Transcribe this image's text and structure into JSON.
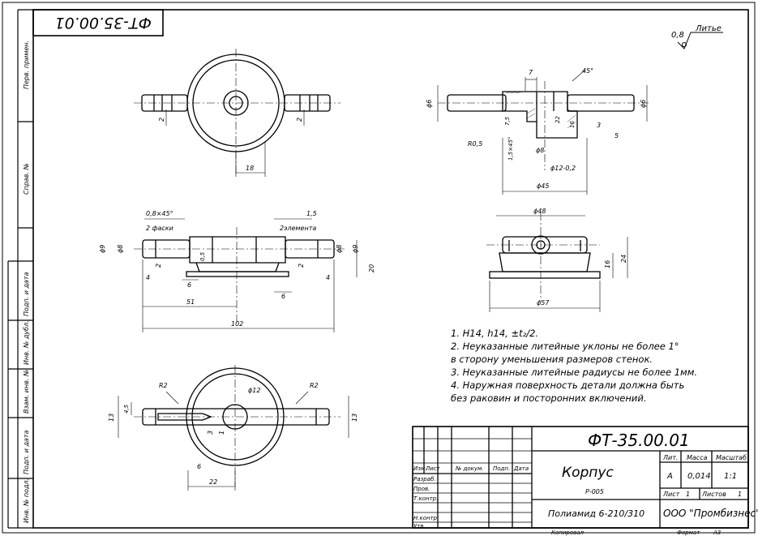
{
  "top_stamp": "ФТ-35.00.01",
  "side_labels": [
    "Перв. примен.",
    "Справ. №",
    "Подп. и дата",
    "Инв. № дубл.",
    "Взам. инв. №",
    "Подп. и дата",
    "Инв. № подл."
  ],
  "roughness": {
    "value": "0,8",
    "note": "Литье"
  },
  "notes": [
    "1. H14, h14, ±t₂/2.",
    "2. Неуказанные литейные уклоны не более 1°",
    "в сторону уменьшения размеров стенок.",
    "3. Неуказанные литейные радиусы не более 1мм.",
    "4. Наружная поверхность детали должна быть",
    "без раковин и посторонних включений."
  ],
  "dims": {
    "top_view": {
      "d18": "18",
      "d2a": "2",
      "d2b": "2"
    },
    "section": {
      "d7": "7",
      "d45deg": "45°",
      "d6l": "ϕ6",
      "d6r": "ϕ6",
      "d75": "7,5",
      "d22": "22",
      "d16": "16",
      "d3": "3",
      "d5": "5",
      "r05": "R0,5",
      "d8": "ϕ8",
      "c15": "1,5×45°",
      "d12": "ϕ12-0,2",
      "d45": "ϕ45"
    },
    "front": {
      "ch": "0,8×45°",
      "ch_note": "2 фаски",
      "d15": "1,5",
      "el": "2элемента",
      "d9l": "ϕ9",
      "d8l": "ϕ8",
      "d9r": "ϕ9",
      "d8r": "ϕ8",
      "d2l": "2",
      "d2r": "2",
      "d05": "0,5",
      "d4l": "4",
      "d4r": "4",
      "d6a": "6",
      "d6b": "6",
      "d20": "20",
      "d51": "51",
      "d102": "102"
    },
    "side_view": {
      "d48": "ϕ48",
      "d16": "16",
      "d24": "24",
      "d57": "ϕ57"
    },
    "bottom": {
      "r2l": "R2",
      "r2r": "R2",
      "d12": "ϕ12",
      "d13l": "13",
      "d45": "4,5",
      "d13r": "13",
      "d6": "6",
      "d22": "22",
      "d3": "3",
      "d1": "1"
    }
  },
  "title_block": {
    "designation": "ФТ-35.00.01",
    "name": "Корпус",
    "code": "Р-005",
    "material": "Полиамид 6-210/310",
    "company": "ООО \"Промбизнес\"",
    "col_headers": [
      "Изм.",
      "Лист",
      "№ докум.",
      "Подп.",
      "Дата"
    ],
    "rows": [
      "Разраб.",
      "Пров.",
      "Т.контр.",
      "",
      "Н.контр.",
      "Утв."
    ],
    "lit_label": "Лит.",
    "lit_value": "А",
    "mass_label": "Масса",
    "mass_value": "0,014",
    "scale_label": "Масштаб",
    "scale_value": "1:1",
    "sheet_label": "Лист",
    "sheet_value": "1",
    "sheets_label": "Листов",
    "sheets_value": "1",
    "copied": "Копировал",
    "format": "Формат",
    "format_value": "А3"
  }
}
